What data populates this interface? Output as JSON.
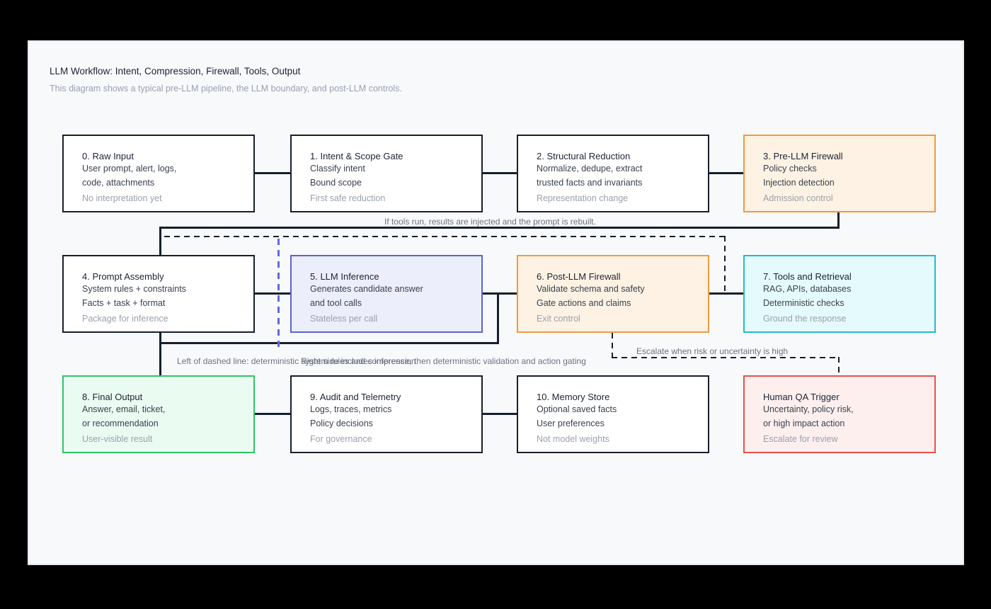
{
  "header": {
    "title": "LLM Workflow: Intent, Compression, Firewall, Tools, Output",
    "subtitle": "This diagram shows a typical pre-LLM pipeline, the LLM boundary, and post-LLM controls."
  },
  "nodes": [
    {
      "id": "raw-input",
      "title": "0. Raw Input",
      "lines": [
        "User prompt, alert, logs,",
        "code, attachments"
      ],
      "caption": "No interpretation yet",
      "accent": "default"
    },
    {
      "id": "intent-scope-gate",
      "title": "1. Intent & Scope Gate",
      "lines": [
        "Classify intent",
        "Bound scope"
      ],
      "caption": "First safe reduction",
      "accent": "default"
    },
    {
      "id": "structural-reduction",
      "title": "2. Structural Reduction",
      "lines": [
        "Normalize, dedupe, extract",
        "trusted facts and invariants"
      ],
      "caption": "Representation change",
      "accent": "default"
    },
    {
      "id": "pre-llm-firewall",
      "title": "3. Pre-LLM Firewall",
      "lines": [
        "Policy checks",
        "Injection detection"
      ],
      "caption": "Admission control",
      "accent": "orange"
    },
    {
      "id": "prompt-assembly",
      "title": "4. Prompt Assembly",
      "lines": [
        "System rules + constraints",
        "Facts + task + format"
      ],
      "caption": "Package for inference",
      "accent": "default"
    },
    {
      "id": "llm-inference",
      "title": "5. LLM Inference",
      "lines": [
        "Generates candidate answer",
        "and tool calls"
      ],
      "caption": "Stateless per call",
      "accent": "indigo"
    },
    {
      "id": "post-llm-firewall",
      "title": "6. Post-LLM Firewall",
      "lines": [
        "Validate schema and safety",
        "Gate actions and claims"
      ],
      "caption": "Exit control",
      "accent": "orange"
    },
    {
      "id": "tools-retrieval",
      "title": "7. Tools and Retrieval",
      "lines": [
        "RAG, APIs, databases",
        "Deterministic checks"
      ],
      "caption": "Ground the response",
      "accent": "cyan"
    },
    {
      "id": "final-output",
      "title": "8. Final Output",
      "lines": [
        "Answer, email, ticket,",
        "or recommendation"
      ],
      "caption": "User-visible result",
      "accent": "green"
    },
    {
      "id": "audit-telemetry",
      "title": "9. Audit and Telemetry",
      "lines": [
        "Logs, traces, metrics",
        "Policy decisions"
      ],
      "caption": "For governance",
      "accent": "default"
    },
    {
      "id": "memory-store",
      "title": "10. Memory Store",
      "lines": [
        "Optional saved facts",
        "User preferences"
      ],
      "caption": "Not model weights",
      "accent": "default"
    },
    {
      "id": "human-qa-trigger",
      "title": "Human QA Trigger",
      "lines": [
        "Uncertainty, policy risk,",
        "or high impact action"
      ],
      "caption": "Escalate for review",
      "accent": "red"
    }
  ],
  "annotations": {
    "tools_feedback": "If tools run, results are injected and the prompt is rebuilt.",
    "boundary_left": "Left of dashed line: deterministic system rules and compression",
    "boundary_right": "Right side includes inference, then deterministic validation and action gating",
    "escalate": "Escalate when risk or uncertainty is high"
  },
  "colors": {
    "page_background": "#f8f9fb",
    "outer_background": "#000000",
    "line": "#161f2e",
    "boundary_dash": "#5f6ae4",
    "annotation_text": "#6b7380",
    "accents": {
      "default": {
        "border": "#161f2e",
        "fill": "#ffffff"
      },
      "orange": {
        "border": "#f09a3e",
        "fill": "#fdf2e3"
      },
      "indigo": {
        "border": "#5a62d2",
        "fill": "#eceefb"
      },
      "cyan": {
        "border": "#25b9cf",
        "fill": "#e4fafc"
      },
      "green": {
        "border": "#2dc667",
        "fill": "#eafbf1"
      },
      "red": {
        "border": "#e85050",
        "fill": "#fdefee"
      }
    }
  }
}
